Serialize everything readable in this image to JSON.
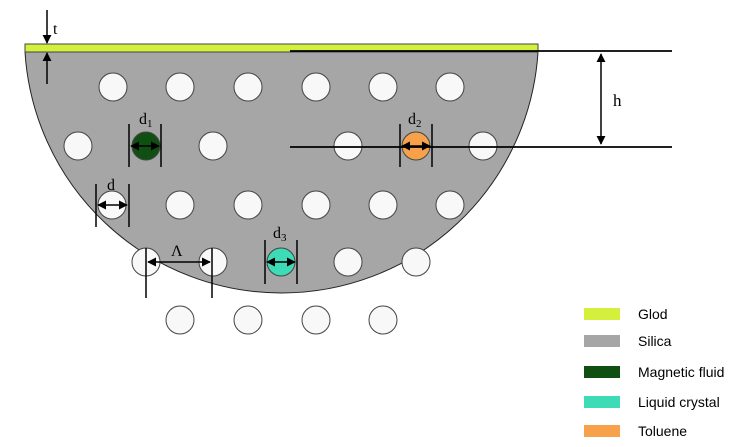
{
  "labels": {
    "t": "t",
    "h": "h",
    "d": "d",
    "lambda": "Λ",
    "d1": {
      "base": "d",
      "sub": "1"
    },
    "d2": {
      "base": "d",
      "sub": "2"
    },
    "d3": {
      "base": "d",
      "sub": "3"
    }
  },
  "legend": [
    {
      "label": "Glod",
      "color": "#d4f03c"
    },
    {
      "label": "Silica",
      "color": "#a6a6a6"
    },
    {
      "label": "Magnetic fluid",
      "color": "#0f4f12"
    },
    {
      "label": "Liquid crystal",
      "color": "#3ddbb6"
    },
    {
      "label": "Toluene",
      "color": "#f7a14b"
    }
  ],
  "colors": {
    "gold": "#d4f03c",
    "silica": "#a6a6a6",
    "hole": "#f8f8f8",
    "magnetic_fluid": "#0f4f12",
    "liquid_crystal": "#3ddbb6",
    "toluene": "#f7a14b"
  }
}
